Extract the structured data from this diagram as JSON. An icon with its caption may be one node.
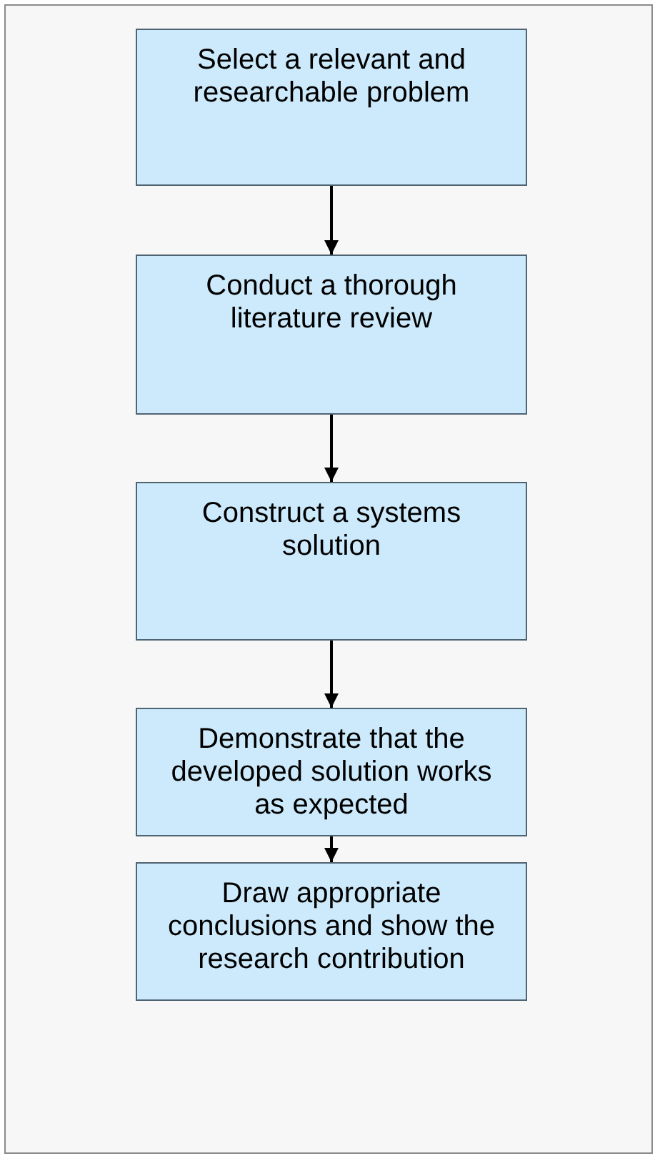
{
  "diagram": {
    "nodes": [
      {
        "text": [
          "Select a relevant and researchable problem"
        ]
      },
      {
        "text": [
          "Conduct a thorough literature review"
        ]
      },
      {
        "text": [
          "Construct a systems solution"
        ]
      },
      {
        "text": [
          "Demonstrate that the developed solution works as expected"
        ]
      },
      {
        "text": [
          "Draw appropriate conclusions and show the research contribution"
        ]
      }
    ],
    "edges": [
      {
        "from": 0,
        "to": 1,
        "arrow": "to"
      },
      {
        "from": 1,
        "to": 2,
        "arrow": "to"
      },
      {
        "from": 2,
        "to": 3,
        "arrow": "to"
      },
      {
        "from": 3,
        "to": 4,
        "arrow": "to"
      }
    ]
  }
}
